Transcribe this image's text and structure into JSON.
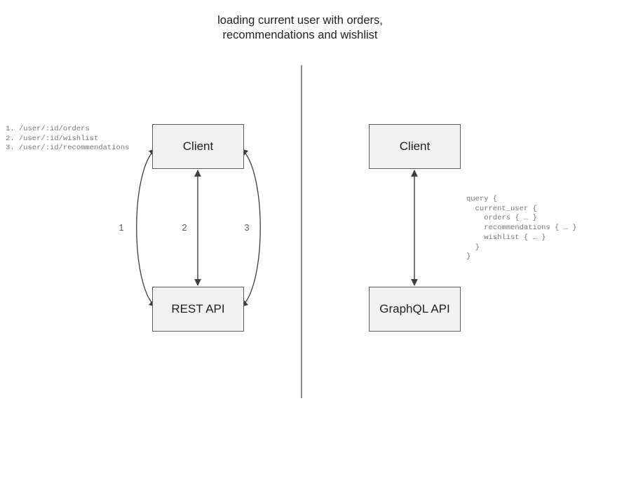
{
  "title": "loading current user with orders,\nrecommendations and wishlist",
  "divider": {
    "label": "vertical-divider"
  },
  "rest_side": {
    "client_label": "Client",
    "api_label": "REST API",
    "endpoints": "1. /user/:id/orders\n2. /user/:id/wishlist\n3. /user/:id/recommendations",
    "edges": [
      {
        "id": "1",
        "label": "1",
        "shape": "curve-left",
        "direction": "bidirectional"
      },
      {
        "id": "2",
        "label": "2",
        "shape": "straight",
        "direction": "bidirectional"
      },
      {
        "id": "3",
        "label": "3",
        "shape": "curve-right",
        "direction": "bidirectional"
      }
    ]
  },
  "graphql_side": {
    "client_label": "Client",
    "api_label": "GraphQL API",
    "query": "query {\n  current_user {\n    orders { … }\n    recommendations { … }\n    wishlist { … }\n  }\n}",
    "edges": [
      {
        "id": "g1",
        "shape": "straight",
        "direction": "bidirectional"
      }
    ]
  },
  "colors": {
    "background": "#ffffff",
    "node_fill": "#f1f1f1",
    "node_border": "#5a5a5a",
    "stroke": "#3d3d3d",
    "divider": "#6e6e6e",
    "code_text": "#777777",
    "title_text": "#222222"
  }
}
